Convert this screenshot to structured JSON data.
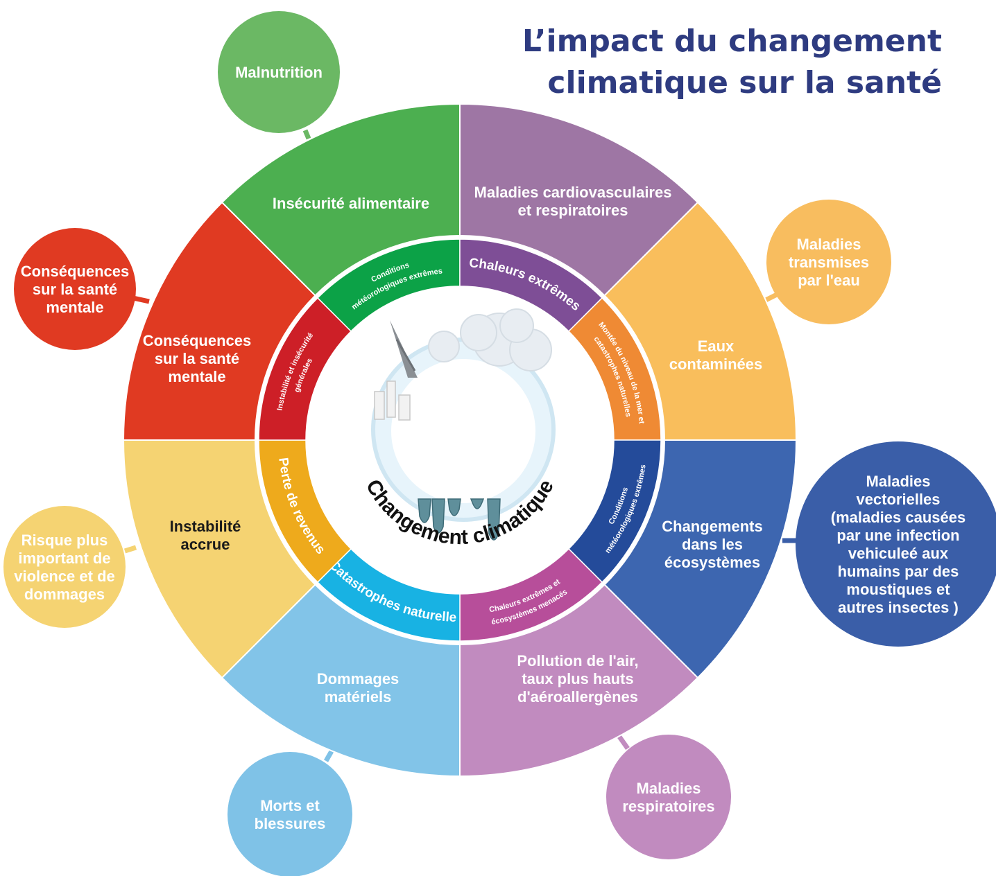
{
  "title": {
    "line1": "L’impact du changement",
    "line2": "climatique sur la santé"
  },
  "center": {
    "label": "Changement climatique"
  },
  "outer_wedges": [
    {
      "id": "food",
      "color": "#4caf50",
      "lines": [
        "Insécurité alimentaire"
      ]
    },
    {
      "id": "cardio",
      "color": "#9e76a4",
      "lines": [
        "Maladies cardiovasculaires",
        "et respiratoires"
      ]
    },
    {
      "id": "water",
      "color": "#f9be5c",
      "lines": [
        "Eaux",
        "contaminées"
      ]
    },
    {
      "id": "eco",
      "color": "#3d66b0",
      "lines": [
        "Changements",
        "dans les",
        "écosystèmes"
      ]
    },
    {
      "id": "air",
      "color": "#c18bbf",
      "lines": [
        "Pollution de l'air,",
        "taux plus hauts",
        "d'aéroallergènes"
      ]
    },
    {
      "id": "damage",
      "color": "#82c4e8",
      "lines": [
        "Dommages",
        "matériels"
      ]
    },
    {
      "id": "instab",
      "color": "#f5d372",
      "dark": true,
      "lines": [
        "Instabilité",
        "accrue"
      ]
    },
    {
      "id": "mental",
      "color": "#e03a22",
      "lines": [
        "Conséquences",
        "sur la santé",
        "mentale"
      ]
    }
  ],
  "inner_ring": [
    {
      "id": "cond1",
      "color": "#0ca247",
      "label": [
        "Conditions",
        "météorologiques extrêmes"
      ]
    },
    {
      "id": "heat",
      "color": "#7e4e96",
      "label": [
        "Chaleurs extrêmes"
      ]
    },
    {
      "id": "sea",
      "color": "#ef8a34",
      "label": [
        "Montée du niveau de la mer et",
        "catastrophes naturelles"
      ]
    },
    {
      "id": "cond2",
      "color": "#244b9a",
      "label": [
        "Conditions",
        "météorologiques extrêmes"
      ]
    },
    {
      "id": "heat2",
      "color": "#b74e9a",
      "label": [
        "Chaleurs extrêmes et",
        "écosystèmes menacés"
      ]
    },
    {
      "id": "cata",
      "color": "#18b2e3",
      "label": [
        "Catastrophes naturelles"
      ]
    },
    {
      "id": "revenu",
      "color": "#eeaa1c",
      "label": [
        "Perte de revenus"
      ]
    },
    {
      "id": "instgen",
      "color": "#cd1f27",
      "label": [
        "Instabilité et insécurité",
        "générales"
      ]
    }
  ],
  "bubbles": [
    {
      "id": "malnutrition",
      "color": "#6bb864",
      "lines": [
        "Malnutrition"
      ]
    },
    {
      "id": "transmises",
      "color": "#f8bd5f",
      "lines": [
        "Maladies",
        "transmises",
        "par l'eau"
      ]
    },
    {
      "id": "vector",
      "color": "#3a5ea8",
      "lines": [
        "Maladies",
        "vectorielles",
        "(maladies causées",
        "par une infection",
        "vehiculeé aux",
        "humains par des",
        "moustiques et",
        "autres insectes )"
      ]
    },
    {
      "id": "resp",
      "color": "#c18bbf",
      "lines": [
        "Maladies",
        "respiratoires"
      ]
    },
    {
      "id": "morts",
      "color": "#7fc2e7",
      "lines": [
        "Morts et",
        "blessures"
      ]
    },
    {
      "id": "risque",
      "color": "#f5d372",
      "dark": true,
      "lines": [
        "Risque plus",
        "important de",
        "violence et de",
        "dommages"
      ]
    },
    {
      "id": "mentalb",
      "color": "#e03a22",
      "lines": [
        "Conséquences",
        "sur la santé",
        "mentale"
      ]
    }
  ]
}
